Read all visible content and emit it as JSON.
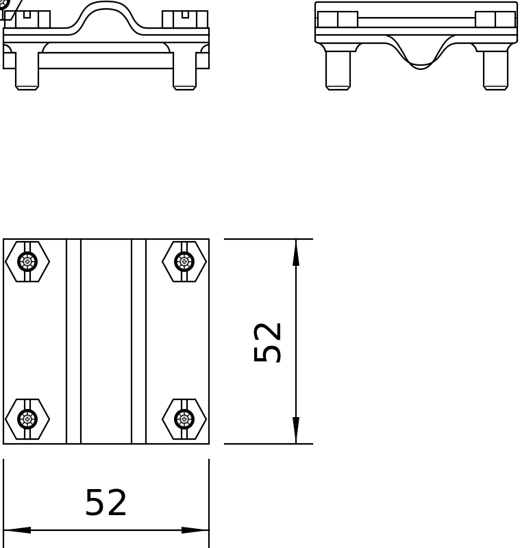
{
  "drawing": {
    "title": "Clamp technical drawing",
    "views": [
      "front-view",
      "side-view",
      "top-view"
    ],
    "line_color": "#000000",
    "background": "#ffffff"
  },
  "dimensions": {
    "width_label": "52",
    "height_label": "52"
  }
}
